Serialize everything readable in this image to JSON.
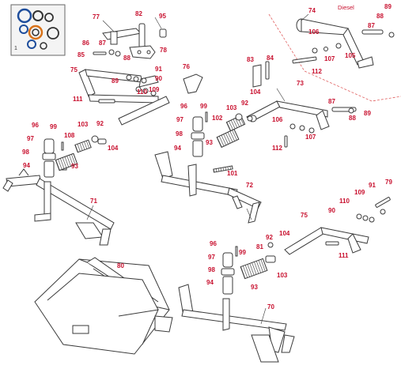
{
  "diagram": {
    "zone_label": "Diesel",
    "inset_label": "1",
    "colors": {
      "callout": "#c8102e",
      "part_fill": "#ffffff",
      "part_stroke": "#3a3a3a",
      "spring": "#555555",
      "seal_blue": "#1f4e9c",
      "seal_orange": "#d9731a",
      "divider": "#e06060"
    },
    "callouts": [
      {
        "id": "c77",
        "label": "77"
      },
      {
        "id": "c82",
        "label": "82"
      },
      {
        "id": "c95",
        "label": "95"
      },
      {
        "id": "c86",
        "label": "86"
      },
      {
        "id": "c87a",
        "label": "87"
      },
      {
        "id": "c85",
        "label": "85"
      },
      {
        "id": "c88a",
        "label": "88"
      },
      {
        "id": "c78",
        "label": "78"
      },
      {
        "id": "c91a",
        "label": "91"
      },
      {
        "id": "c75a",
        "label": "75"
      },
      {
        "id": "c89a",
        "label": "89"
      },
      {
        "id": "c90a",
        "label": "90"
      },
      {
        "id": "c110a",
        "label": "110"
      },
      {
        "id": "c109a",
        "label": "109"
      },
      {
        "id": "c111a",
        "label": "111"
      },
      {
        "id": "c76",
        "label": "76"
      },
      {
        "id": "c83",
        "label": "83"
      },
      {
        "id": "c84",
        "label": "84"
      },
      {
        "id": "c74",
        "label": "74"
      },
      {
        "id": "c89b",
        "label": "89"
      },
      {
        "id": "c88b",
        "label": "88"
      },
      {
        "id": "c87b",
        "label": "87"
      },
      {
        "id": "c106a",
        "label": "106"
      },
      {
        "id": "c107a",
        "label": "107"
      },
      {
        "id": "c105",
        "label": "105"
      },
      {
        "id": "c112a",
        "label": "112"
      },
      {
        "id": "c73",
        "label": "73"
      },
      {
        "id": "c104a",
        "label": "104"
      },
      {
        "id": "c87c",
        "label": "87"
      },
      {
        "id": "c88c",
        "label": "88"
      },
      {
        "id": "c89c",
        "label": "89"
      },
      {
        "id": "c96a",
        "label": "96"
      },
      {
        "id": "c99a",
        "label": "99"
      },
      {
        "id": "c103a",
        "label": "103"
      },
      {
        "id": "c92a",
        "label": "92"
      },
      {
        "id": "c97a",
        "label": "97"
      },
      {
        "id": "c102",
        "label": "102"
      },
      {
        "id": "c98a",
        "label": "98"
      },
      {
        "id": "c106b",
        "label": "106"
      },
      {
        "id": "c107b",
        "label": "107"
      },
      {
        "id": "c94a",
        "label": "94"
      },
      {
        "id": "c93a",
        "label": "93"
      },
      {
        "id": "c112b",
        "label": "112"
      },
      {
        "id": "c101",
        "label": "101"
      },
      {
        "id": "c72",
        "label": "72"
      },
      {
        "id": "c96b",
        "label": "96"
      },
      {
        "id": "c99b",
        "label": "99"
      },
      {
        "id": "c103b",
        "label": "103"
      },
      {
        "id": "c92b",
        "label": "92"
      },
      {
        "id": "c97b",
        "label": "97"
      },
      {
        "id": "c108",
        "label": "108"
      },
      {
        "id": "c104b",
        "label": "104"
      },
      {
        "id": "c98b",
        "label": "98"
      },
      {
        "id": "c94b",
        "label": "94"
      },
      {
        "id": "c93b",
        "label": "93"
      },
      {
        "id": "c71",
        "label": "71"
      },
      {
        "id": "c79",
        "label": "79"
      },
      {
        "id": "c91b",
        "label": "91"
      },
      {
        "id": "c109b",
        "label": "109"
      },
      {
        "id": "c110b",
        "label": "110"
      },
      {
        "id": "c90b",
        "label": "90"
      },
      {
        "id": "c75b",
        "label": "75"
      },
      {
        "id": "c111b",
        "label": "111"
      },
      {
        "id": "c92c",
        "label": "92"
      },
      {
        "id": "c104c",
        "label": "104"
      },
      {
        "id": "c96c",
        "label": "96"
      },
      {
        "id": "c99c",
        "label": "99"
      },
      {
        "id": "c81",
        "label": "81"
      },
      {
        "id": "c97c",
        "label": "97"
      },
      {
        "id": "c103c",
        "label": "103"
      },
      {
        "id": "c98c",
        "label": "98"
      },
      {
        "id": "c94c",
        "label": "94"
      },
      {
        "id": "c93c",
        "label": "93"
      },
      {
        "id": "c80",
        "label": "80"
      },
      {
        "id": "c70",
        "label": "70"
      }
    ]
  }
}
